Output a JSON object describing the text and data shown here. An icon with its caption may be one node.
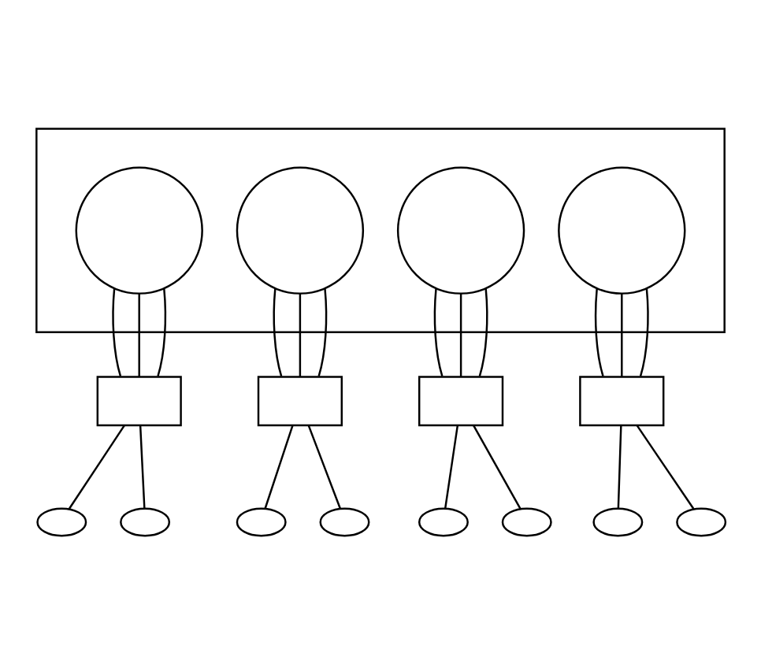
{
  "diagram": {
    "nodes": [
      {
        "text": [],
        "shape": "box"
      },
      {
        "text": [],
        "shape": "circle",
        "in": 0
      },
      {
        "text": [],
        "shape": "circle",
        "in": 0
      },
      {
        "text": [],
        "shape": "circle",
        "in": 0
      },
      {
        "text": [],
        "shape": "circle",
        "in": 0
      },
      {
        "text": [],
        "shape": "box"
      },
      {
        "text": [],
        "shape": "box"
      },
      {
        "text": [],
        "shape": "box"
      },
      {
        "text": [],
        "shape": "box"
      },
      {
        "text": [],
        "shape": "ellipse"
      },
      {
        "text": [],
        "shape": "ellipse"
      },
      {
        "text": [],
        "shape": "ellipse"
      },
      {
        "text": [],
        "shape": "ellipse"
      },
      {
        "text": [],
        "shape": "ellipse"
      },
      {
        "text": [],
        "shape": "ellipse"
      },
      {
        "text": [],
        "shape": "ellipse"
      },
      {
        "text": [],
        "shape": "ellipse"
      }
    ],
    "edges": [
      {
        "from": 1,
        "to": 5,
        "arrow": "none"
      },
      {
        "from": 1,
        "to": 5,
        "arrow": "none"
      },
      {
        "from": 1,
        "to": 5,
        "arrow": "none"
      },
      {
        "from": 2,
        "to": 6,
        "arrow": "none"
      },
      {
        "from": 2,
        "to": 6,
        "arrow": "none"
      },
      {
        "from": 2,
        "to": 6,
        "arrow": "none"
      },
      {
        "from": 3,
        "to": 7,
        "arrow": "none"
      },
      {
        "from": 3,
        "to": 7,
        "arrow": "none"
      },
      {
        "from": 3,
        "to": 7,
        "arrow": "none"
      },
      {
        "from": 4,
        "to": 8,
        "arrow": "none"
      },
      {
        "from": 4,
        "to": 8,
        "arrow": "none"
      },
      {
        "from": 4,
        "to": 8,
        "arrow": "none"
      },
      {
        "from": 5,
        "to": 9,
        "arrow": "none"
      },
      {
        "from": 5,
        "to": 10,
        "arrow": "none"
      },
      {
        "from": 6,
        "to": 11,
        "arrow": "none"
      },
      {
        "from": 6,
        "to": 12,
        "arrow": "none"
      },
      {
        "from": 7,
        "to": 13,
        "arrow": "none"
      },
      {
        "from": 7,
        "to": 14,
        "arrow": "none"
      },
      {
        "from": 8,
        "to": 15,
        "arrow": "none"
      },
      {
        "from": 8,
        "to": 16,
        "arrow": "none"
      }
    ]
  }
}
